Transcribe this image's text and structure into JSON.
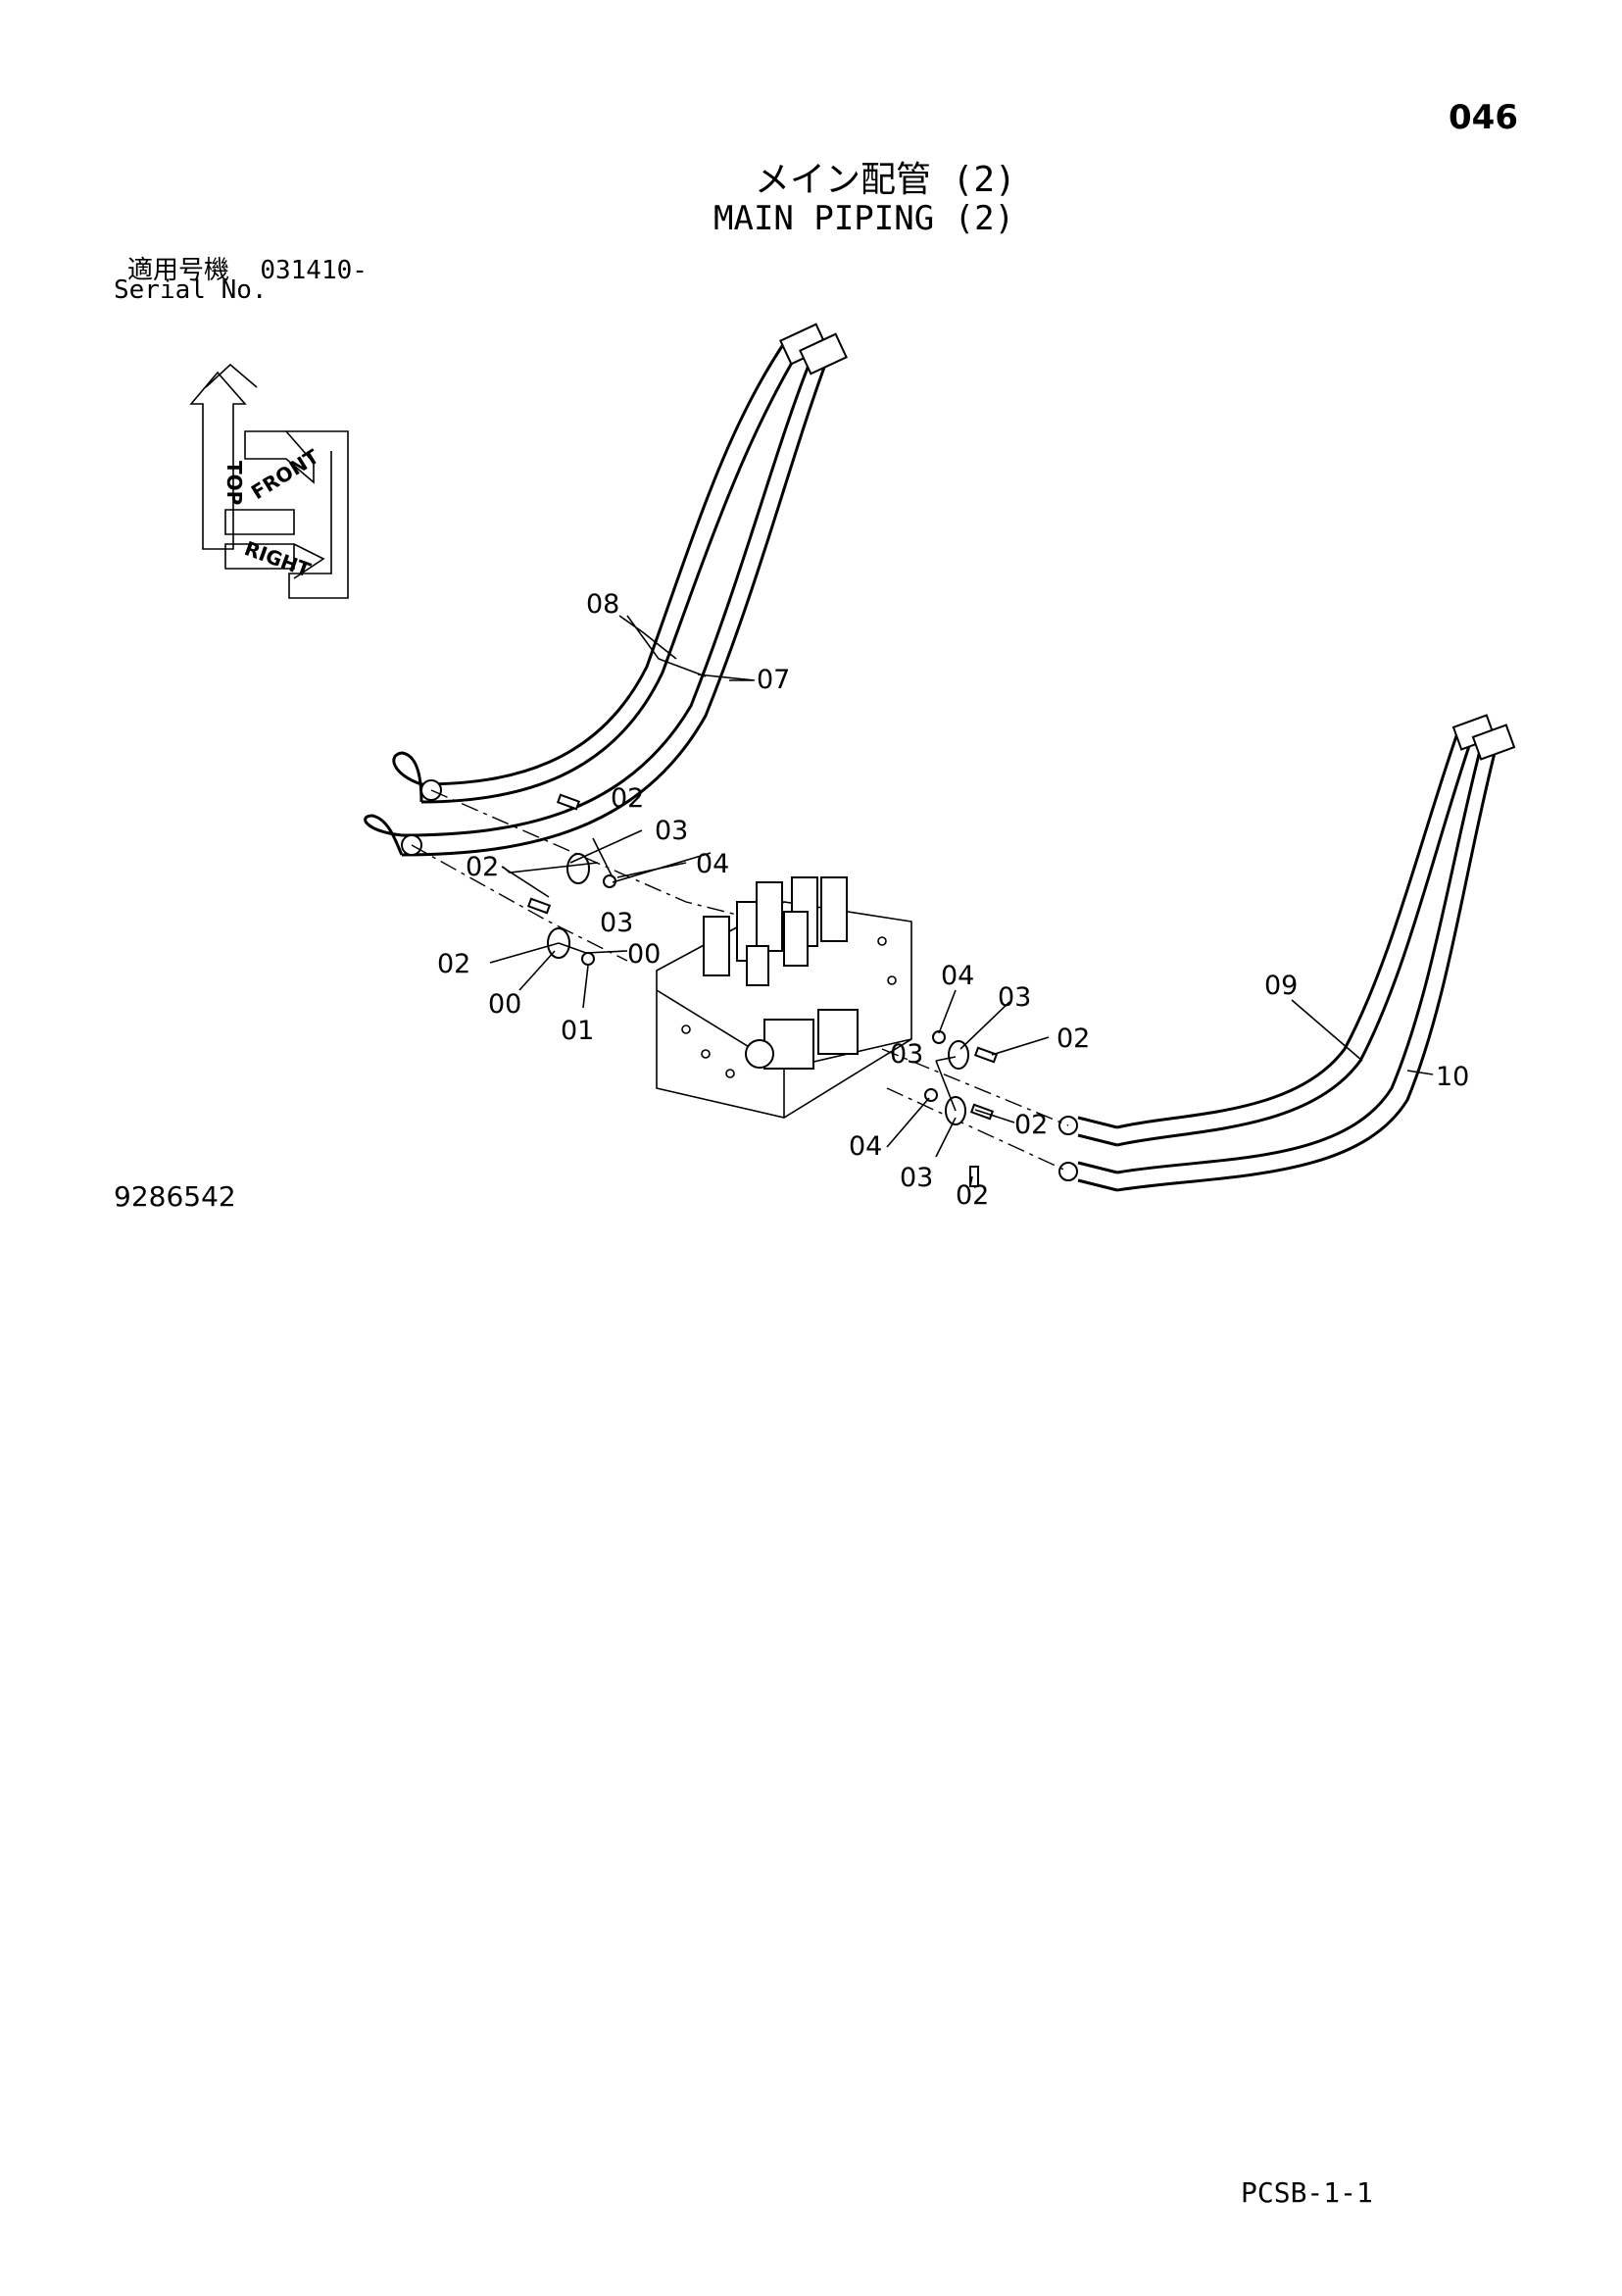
{
  "page_number": "046",
  "title_ja": "メイン配管 (2)",
  "title_en": "MAIN PIPING (2)",
  "serial_label_ja": "適用号機",
  "serial_value": "031410-",
  "serial_label_en": "Serial No.",
  "drawing_number": "9286542",
  "page_code": "PCSB-1-1",
  "orientation_labels": {
    "top": "TOP",
    "front": "FRONT",
    "right": "RIGHT"
  },
  "callouts": {
    "c08": "08",
    "c07": "07",
    "c09": "09",
    "c10": "10",
    "c02a": "02",
    "c03a": "03",
    "c04a": "04",
    "c02b": "02",
    "c03b": "03",
    "c02c": "02",
    "c00a": "00",
    "c00b": "00",
    "c01": "01",
    "c04b": "04",
    "c03c": "03",
    "c02d": "02",
    "c03d": "03",
    "c02e": "02",
    "c04c": "04",
    "c03e": "03",
    "c02f": "02"
  }
}
